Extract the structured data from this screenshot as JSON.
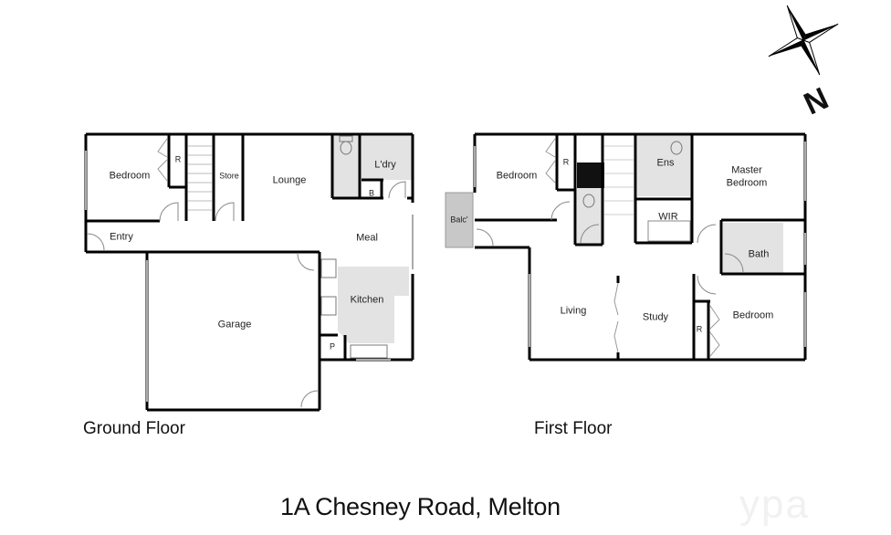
{
  "compass": {
    "label": "N",
    "icon": "compass-rose-icon"
  },
  "ground_floor": {
    "title": "Ground Floor",
    "rooms": {
      "bedroom": "Bedroom",
      "robe": "R",
      "store": "Store",
      "lounge": "Lounge",
      "laundry": "L'dry",
      "broom": "B",
      "entry": "Entry",
      "meal": "Meal",
      "kitchen": "Kitchen",
      "pantry": "P",
      "garage": "Garage"
    }
  },
  "first_floor": {
    "title": "First Floor",
    "rooms": {
      "balcony": "Balc'",
      "bedroom1": "Bedroom",
      "robe1": "R",
      "ensuite": "Ens",
      "master_line1": "Master",
      "master_line2": "Bedroom",
      "wir": "WIR",
      "bath": "Bath",
      "living": "Living",
      "study": "Study",
      "bedroom2": "Bedroom",
      "robe2": "R"
    }
  },
  "address": "1A Chesney Road, Melton",
  "watermark": "ypa",
  "colors": {
    "wall": "#000000",
    "wet_area": "#e2e2e2",
    "balcony": "#c8c8c8",
    "window": "#aaaaaa"
  }
}
